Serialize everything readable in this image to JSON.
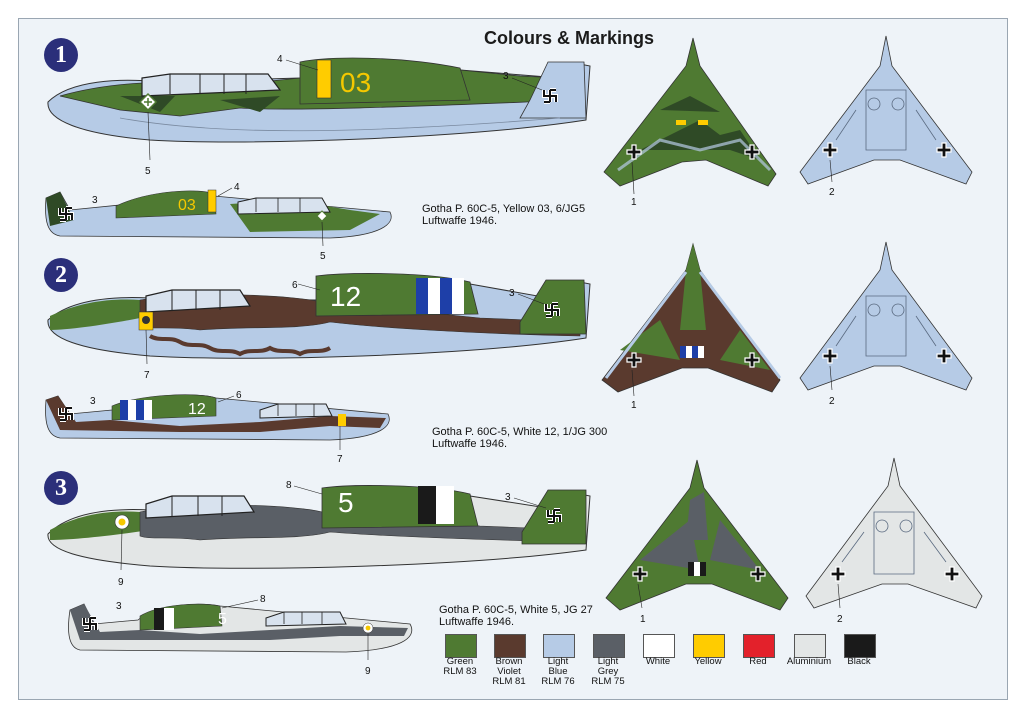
{
  "title": "Colours & Markings",
  "schemes": [
    {
      "number": "1",
      "caption": [
        "Gotha P. 60C-5, Yellow 03, 6/JG5",
        "Luftwaffe 1946."
      ],
      "code": "03",
      "code_color": "#f5c800"
    },
    {
      "number": "2",
      "caption": [
        "Gotha P. 60C-5, White  12, 1/JG 300",
        "Luftwaffe 1946."
      ],
      "code": "12",
      "code_color": "#ffffff"
    },
    {
      "number": "3",
      "caption": [
        "Gotha P. 60C-5, White  5, JG 27",
        "Luftwaffe 1946."
      ],
      "code": "5",
      "code_color": "#ffffff"
    }
  ],
  "callouts": {
    "c1a": "4",
    "c1b": "3",
    "c1c": "5",
    "c1d": "3",
    "c1e": "4",
    "c1f": "5",
    "c1g": "1",
    "c1h": "2",
    "c2a": "6",
    "c2b": "3",
    "c2c": "7",
    "c2d": "3",
    "c2e": "6",
    "c2f": "7",
    "c2g": "1",
    "c2h": "2",
    "c3a": "8",
    "c3b": "3",
    "c3c": "9",
    "c3d": "3",
    "c3e": "8",
    "c3f": "9",
    "c3g": "1",
    "c3h": "2"
  },
  "palette": [
    {
      "name": [
        "Green",
        "RLM 83"
      ],
      "color": "#4f7a32"
    },
    {
      "name": [
        "Brown",
        "Violet",
        "RLM 81"
      ],
      "color": "#5a3a2e"
    },
    {
      "name": [
        "Light",
        "Blue",
        "RLM 76"
      ],
      "color": "#b6cbe6"
    },
    {
      "name": [
        "Light",
        "Grey",
        "RLM 75"
      ],
      "color": "#5a5f66"
    },
    {
      "name": [
        "White"
      ],
      "color": "#ffffff"
    },
    {
      "name": [
        "Yellow"
      ],
      "color": "#ffcc00"
    },
    {
      "name": [
        "Red"
      ],
      "color": "#e3212b"
    },
    {
      "name": [
        "Aluminium"
      ],
      "color": "#e3e6e6"
    },
    {
      "name": [
        "Black"
      ],
      "color": "#1a1a1a"
    }
  ]
}
